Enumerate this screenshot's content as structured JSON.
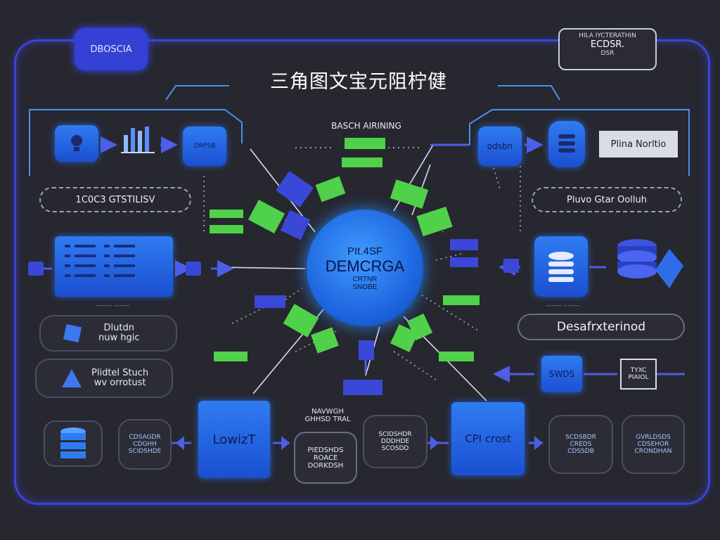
{
  "header": {
    "badge": "DBOSCIA",
    "title": "三角图文宝元阻柠健",
    "corner_lines": [
      "HILA IYCTERATHIN",
      "ECDSR.",
      "DSR"
    ]
  },
  "center": {
    "lines": [
      "PIt.4SF",
      "DEMCRGA",
      "CRTNR",
      "SNOBE"
    ],
    "top_label": "BASCH AIRINING"
  },
  "left": {
    "dashed_label": "1C0C3 GTSTILISV",
    "panel_caption": "-------- --------",
    "card1": [
      "Dlutdn",
      "nuw hgic"
    ],
    "card2": [
      "Plidtel Stuch",
      "wv orrotust"
    ]
  },
  "right": {
    "chip1": "odsbn",
    "dark_tag": "Plina Norltio",
    "dashed_label": "Pluvo Gtar Oolluh",
    "desc_pill": "Desafrxterinod",
    "db_caption": "-------- --------",
    "swds": "SWDS",
    "small_box": [
      "TYXC",
      "PIAIOL"
    ]
  },
  "bottom": {
    "left_lines": [
      "CDSAGDR",
      "CDGHH",
      "SCIDSHDE"
    ],
    "box1": "LowizT",
    "mid_label": [
      "NAVWGH",
      "GHHSD TRAL"
    ],
    "mid_pill": [
      "PIEDSHDS",
      "ROACE",
      "DORKDSH"
    ],
    "box_lines": [
      "SCIDSHDR",
      "DDDHDE",
      "SCOSDD"
    ],
    "box2": "CPI crost",
    "right_pill1": [
      "SCDSBDR",
      "CREDS",
      "CDSSDB"
    ],
    "right_pill2": [
      "GVRLDSDS",
      "CDSEHOR",
      "CRONDHAN"
    ]
  },
  "colors": {
    "frame": "#3b44d6",
    "accent_blue": "#2f7cf2",
    "accent_green": "#4fd14a",
    "background": "#27272f"
  },
  "icons": [
    "lightbulb-icon",
    "bar-chart-icon",
    "database-icon",
    "cube-icon",
    "shield-icon"
  ]
}
